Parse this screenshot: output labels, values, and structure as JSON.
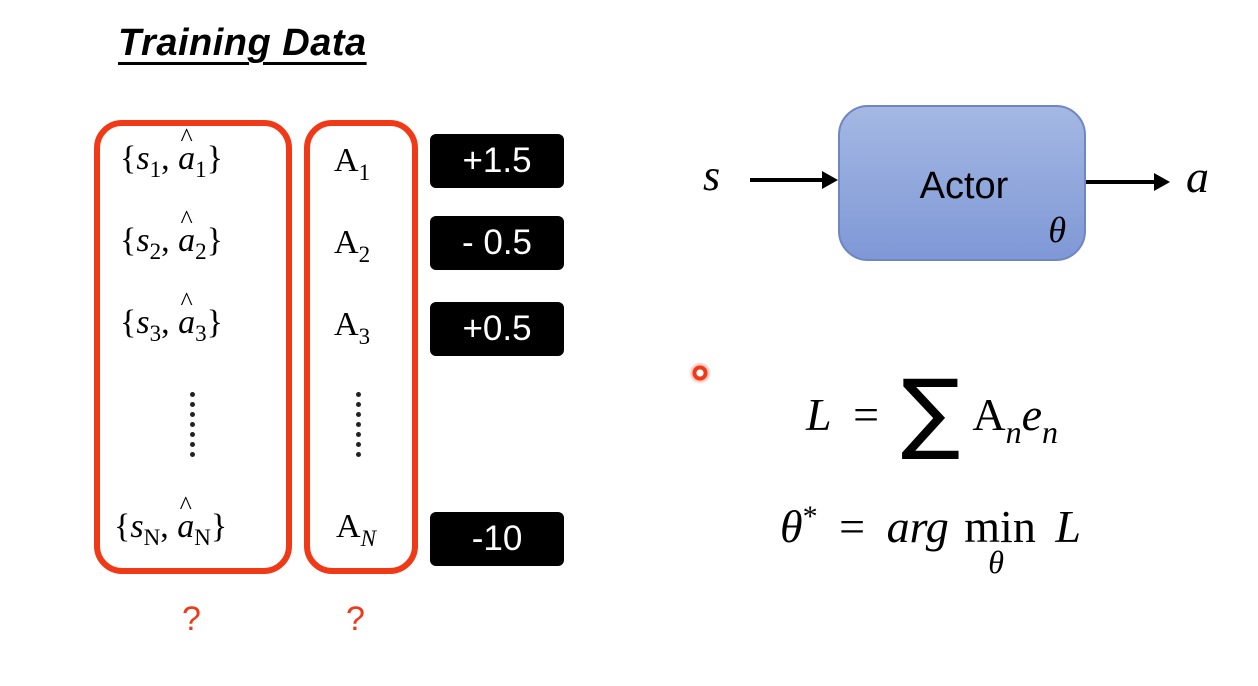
{
  "title": "Training Data",
  "rows": [
    {
      "sub": "1",
      "score": "+1.5"
    },
    {
      "sub": "2",
      "score": "- 0.5"
    },
    {
      "sub": "3",
      "score": "+0.5"
    },
    {
      "sub": "N",
      "score": "-10"
    }
  ],
  "symbols": {
    "state": "s",
    "action_hat": "a",
    "advantage": "A",
    "question": "?"
  },
  "actor": {
    "label": "Actor",
    "param": "θ",
    "input": "s",
    "output": "a"
  },
  "loss": {
    "lhs": "L",
    "equals": "=",
    "sum": "∑",
    "term_A": "A",
    "term_A_sub": "n",
    "term_e": "e",
    "term_e_sub": "n"
  },
  "opt": {
    "theta_star": "θ",
    "star": "*",
    "equals": "=",
    "argword": "arg",
    "min": "min",
    "min_sub": "θ",
    "rhs": "L"
  },
  "colors": {
    "accent": "#f03a17",
    "actor_fill": "#8ea6dc",
    "score_bg": "#000000"
  }
}
